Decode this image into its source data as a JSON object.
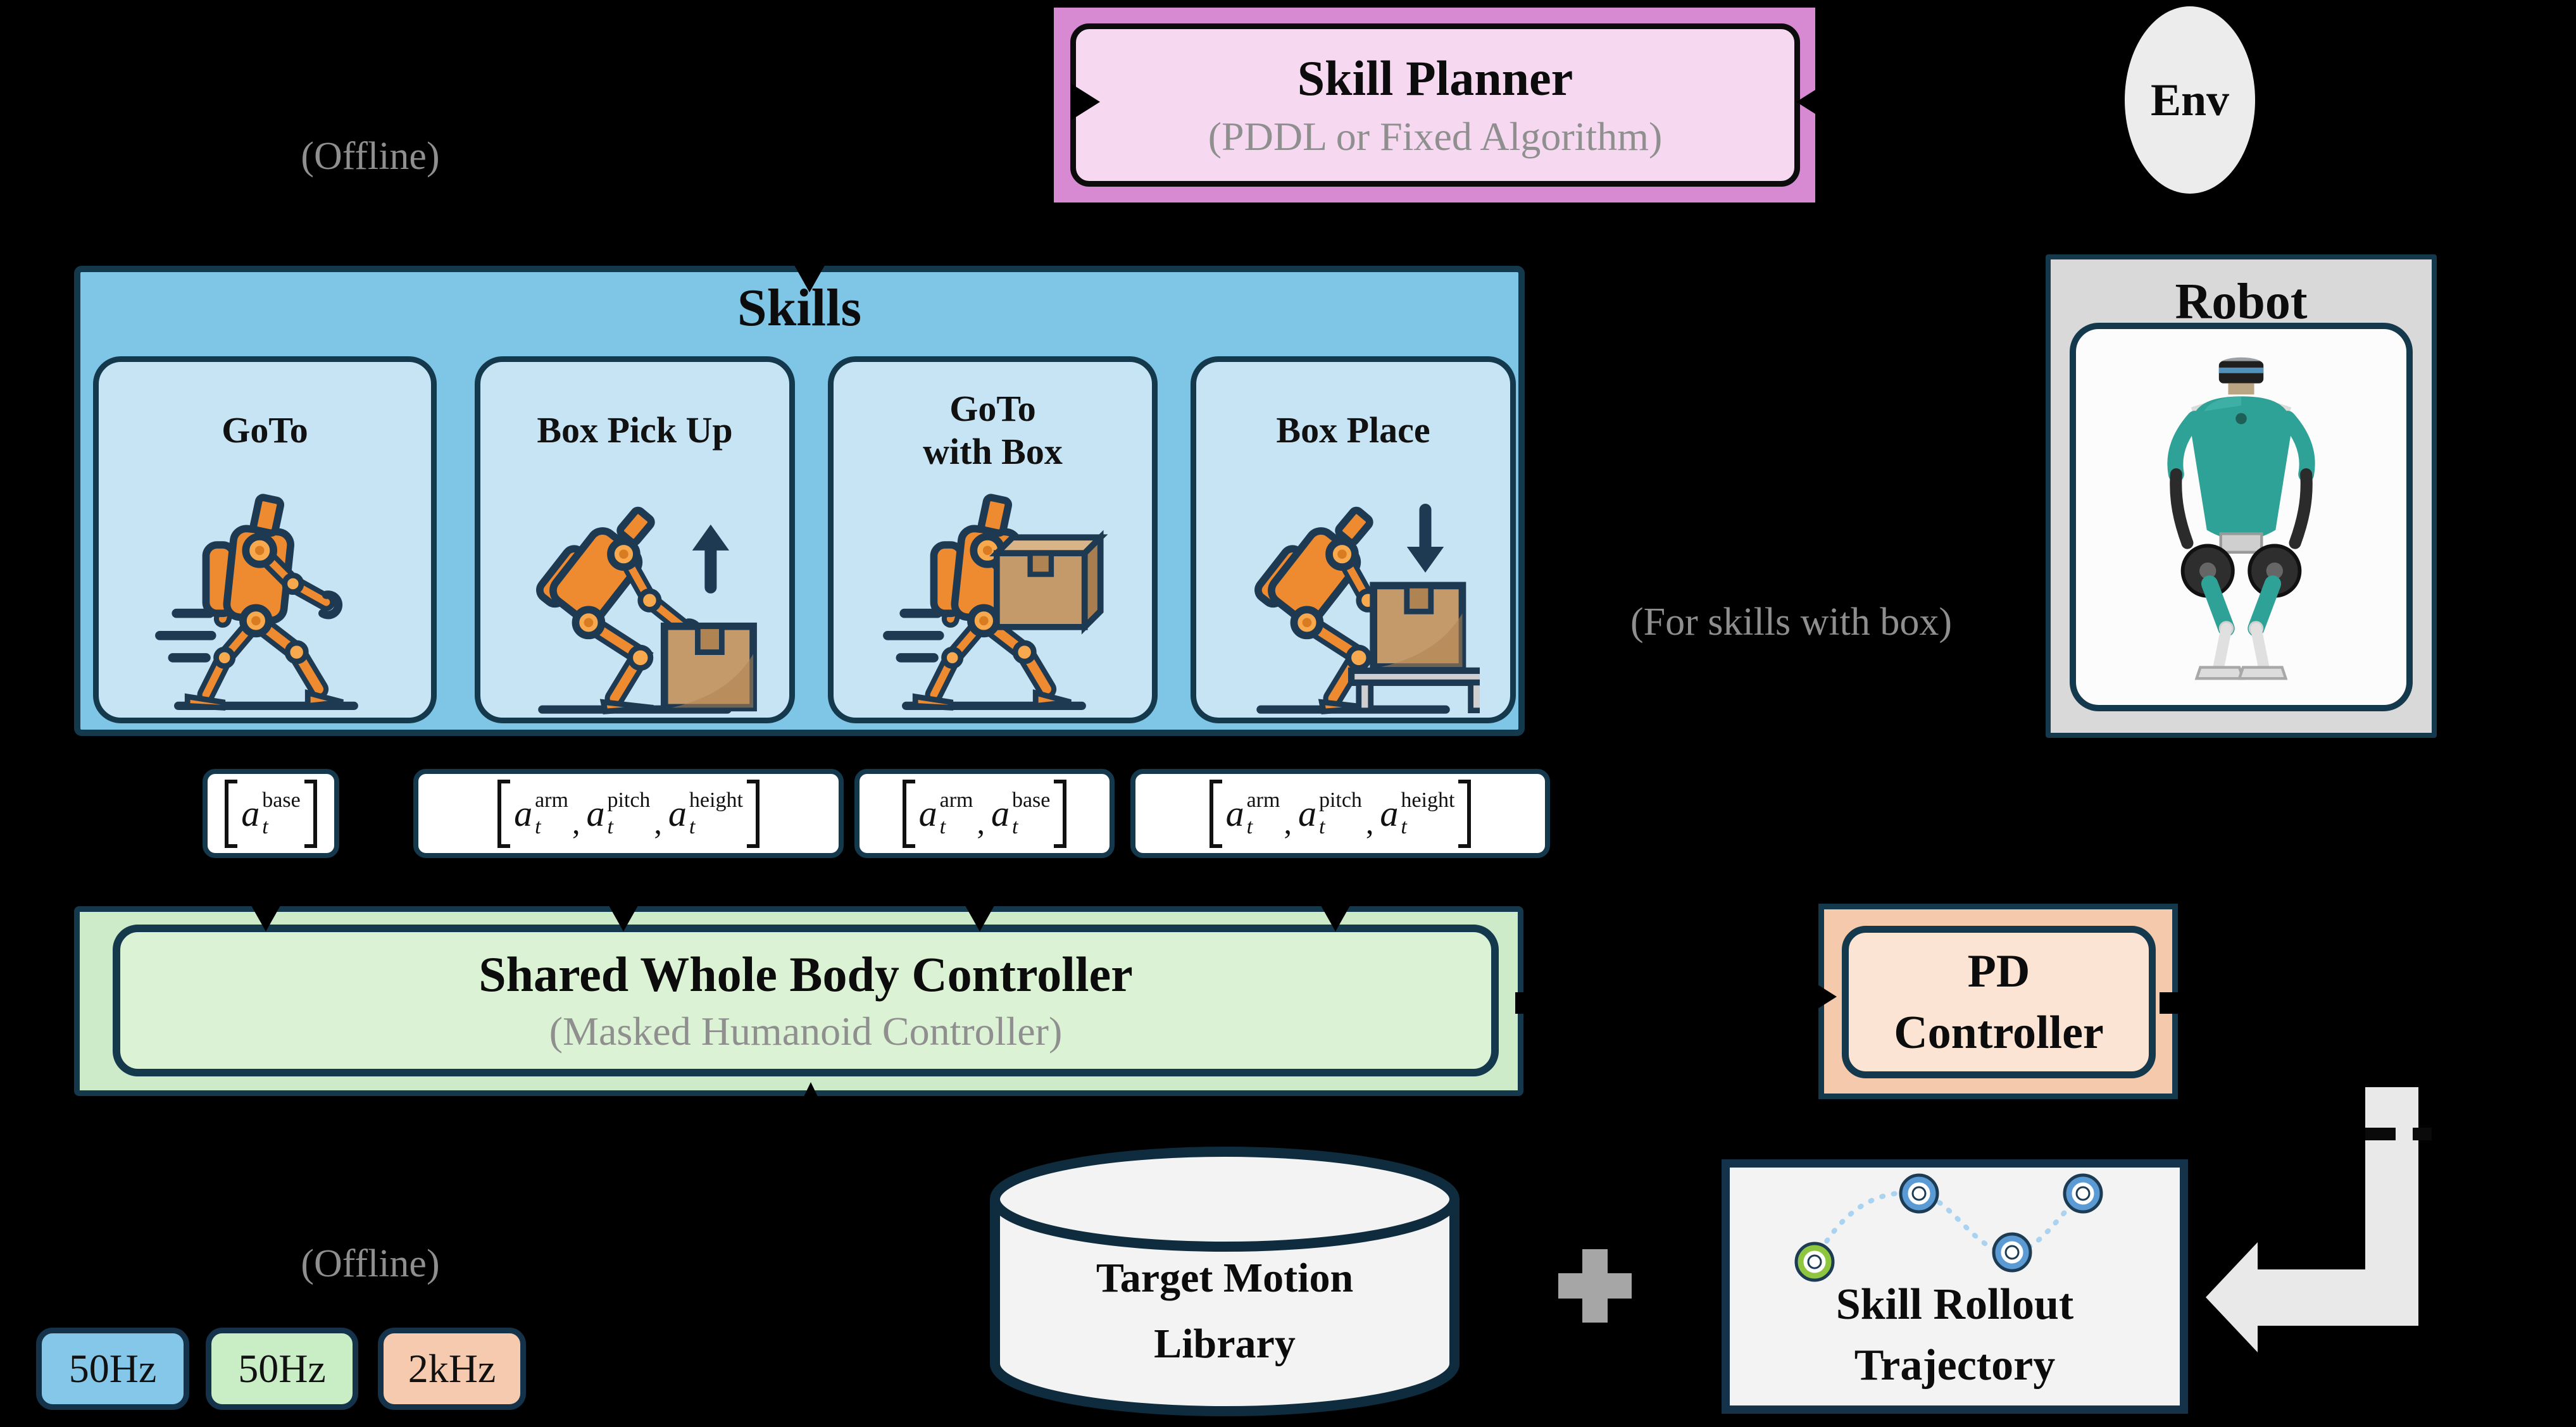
{
  "labels": {
    "offline_top": "(Offline)",
    "offline_bottom": "(Offline)",
    "for_skills_note": "(For skills with box)",
    "math_comma": ","
  },
  "skill_planner": {
    "title": "Skill Planner",
    "subtitle": "(PDDL or Fixed Algorithm)"
  },
  "env": {
    "label": "Env"
  },
  "robot_box": {
    "title": "Robot"
  },
  "skills": {
    "title": "Skills",
    "items": [
      {
        "label": "GoTo"
      },
      {
        "label": "Box Pick Up"
      },
      {
        "label": "GoTo",
        "label2": "with Box"
      },
      {
        "label": "Box Place"
      }
    ]
  },
  "actions": [
    {
      "terms": [
        {
          "var": "a",
          "sub": "t",
          "sup": "base"
        }
      ]
    },
    {
      "terms": [
        {
          "var": "a",
          "sub": "t",
          "sup": "arm"
        },
        {
          "var": "a",
          "sub": "t",
          "sup": "pitch"
        },
        {
          "var": "a",
          "sub": "t",
          "sup": "height"
        }
      ]
    },
    {
      "terms": [
        {
          "var": "a",
          "sub": "t",
          "sup": "arm"
        },
        {
          "var": "a",
          "sub": "t",
          "sup": "base"
        }
      ]
    },
    {
      "terms": [
        {
          "var": "a",
          "sub": "t",
          "sup": "arm"
        },
        {
          "var": "a",
          "sub": "t",
          "sup": "pitch"
        },
        {
          "var": "a",
          "sub": "t",
          "sup": "height"
        }
      ]
    }
  ],
  "swbc": {
    "title": "Shared Whole Body Controller",
    "subtitle": "(Masked Humanoid Controller)"
  },
  "pd_controller": {
    "line1": "PD",
    "line2": "Controller"
  },
  "target_motion_library": {
    "line1": "Target Motion",
    "line2": "Library"
  },
  "skill_rollout": {
    "line1": "Skill Rollout",
    "line2": "Trajectory"
  },
  "legend": [
    {
      "label": "50Hz",
      "color": "#85c7e9"
    },
    {
      "label": "50Hz",
      "color": "#c9eec6"
    },
    {
      "label": "2kHz",
      "color": "#f6caae"
    }
  ],
  "palette": {
    "background": "#000000",
    "border_navy": "#14384c",
    "planner_outer": "#d78ad2",
    "planner_inner": "#f6d9f1",
    "skills_fill": "#7ec5e6",
    "skill_card_fill": "#c6e4f4",
    "swbc_outer": "#cdebc8",
    "swbc_inner": "#dcf2d4",
    "pd_outer": "#f4c9ac",
    "pd_inner": "#fbe4d4",
    "robot_card": "#d9d9d9",
    "env_fill": "#ececec",
    "cylinder_fill": "#f3f3f3",
    "gray_text": "#8f8f8f",
    "white_arrow": "#e9e9e9",
    "trajectory_dash": "#a9d3f0",
    "node_green": "#8ec63f",
    "node_blue": "#5b9bd5",
    "robot_orange": "#ee8a30",
    "digit_teal": "#2ea296"
  }
}
